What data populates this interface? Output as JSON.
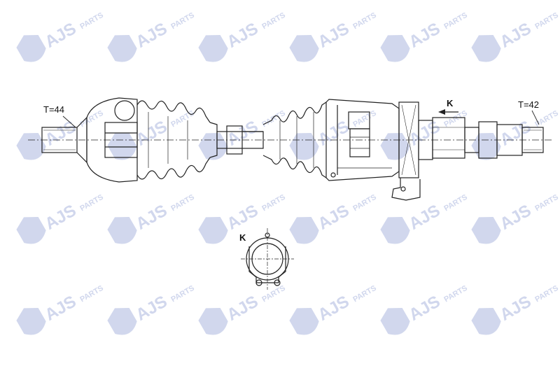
{
  "labels": {
    "left_spline": "T=44",
    "right_spline": "T=42",
    "view_marker": "K",
    "detail_marker": "K"
  },
  "watermark": {
    "text": "AJS",
    "subtext": "PARTS",
    "color": "#c9d1ea",
    "icon": "shield-logo-icon"
  },
  "colors": {
    "line": "#222222",
    "background": "#ffffff"
  }
}
